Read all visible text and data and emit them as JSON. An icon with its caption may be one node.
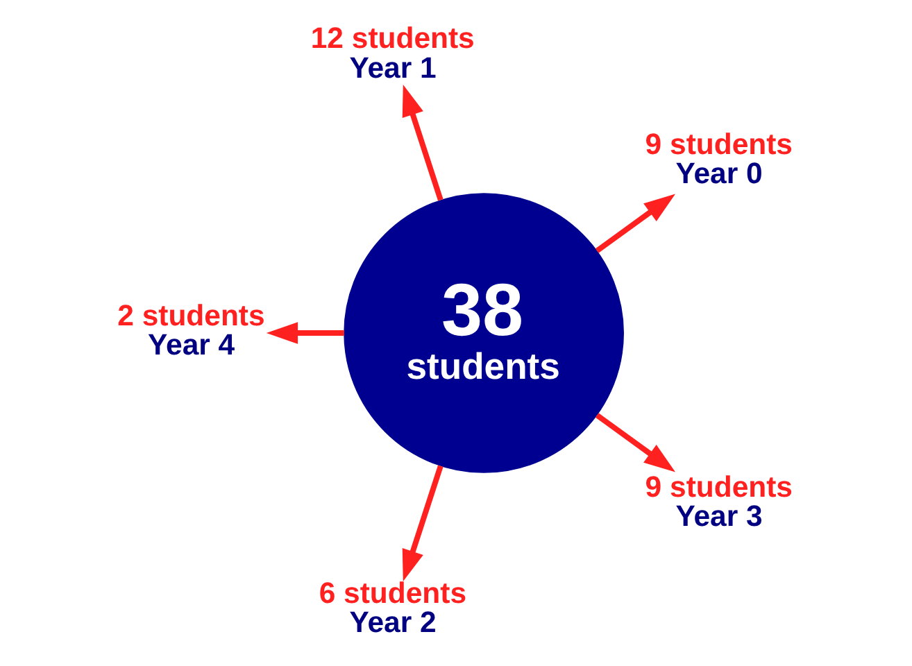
{
  "diagram": {
    "nodes": [
      {
        "text": [
          "9 students",
          "Year 0"
        ]
      },
      {
        "text": [
          "12 students",
          "Year 1"
        ]
      },
      {
        "text": [
          "38",
          "students"
        ]
      },
      {
        "text": [
          "2 students",
          "Year 4"
        ]
      },
      {
        "text": [
          "6 students",
          "Year 2"
        ]
      },
      {
        "text": [
          "9 students",
          "Year 3"
        ]
      }
    ],
    "edges": [
      {
        "from": 2,
        "to": 0,
        "arrow": "to"
      },
      {
        "from": 2,
        "to": 1,
        "arrow": "to"
      },
      {
        "from": 2,
        "to": 4,
        "arrow": "to"
      },
      {
        "from": 2,
        "to": 5,
        "arrow": "to"
      },
      {
        "from": 2,
        "to": 3,
        "arrow": "to"
      }
    ]
  }
}
